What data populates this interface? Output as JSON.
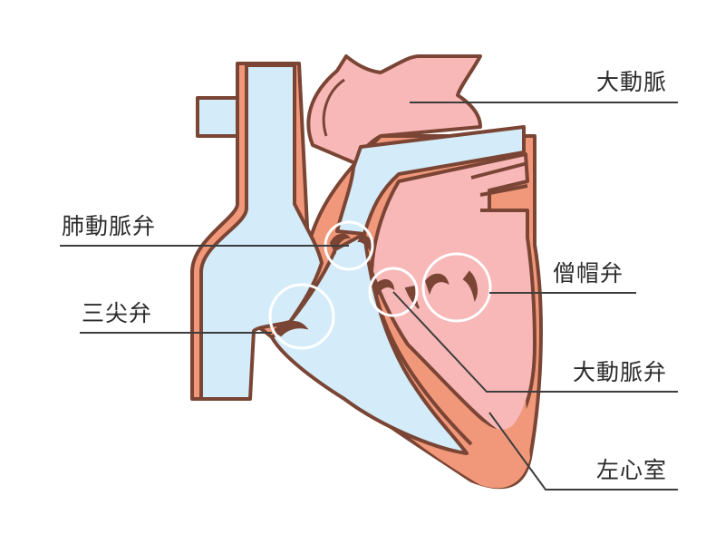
{
  "labels": {
    "aorta": "大動脈",
    "pulmonary_valve": "肺動脈弁",
    "tricuspid_valve": "三尖弁",
    "mitral_valve": "僧帽弁",
    "aortic_valve": "大動脈弁",
    "left_ventricle": "左心室"
  },
  "colors": {
    "outline": "#7a4535",
    "muscle": "#f2987a",
    "right_side_blood": "#d4ecf9",
    "left_side_blood": "#f8b8b8",
    "valve_ring": "#ffffff",
    "leader_line": "#3d3d3d"
  }
}
